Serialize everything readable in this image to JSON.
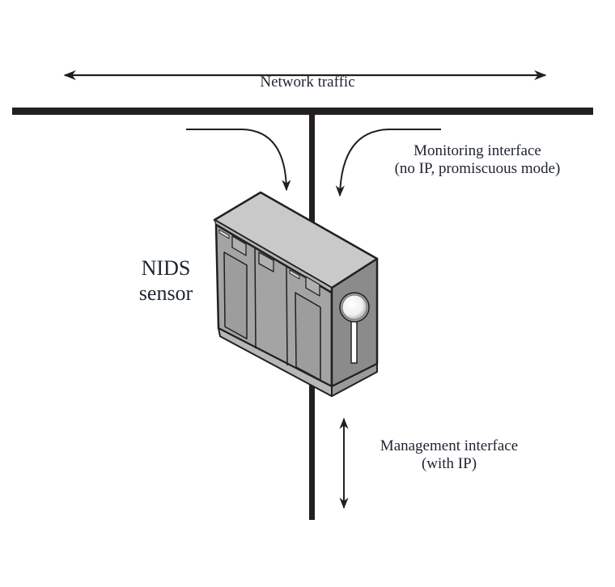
{
  "diagram": {
    "title": "NIDS sensor deployment",
    "labels": {
      "network_traffic": "Network traffic",
      "monitoring_line1": "Monitoring interface",
      "monitoring_line2": "(no IP, promiscuous mode)",
      "sensor_line1": "NIDS",
      "sensor_line2": "sensor",
      "management_line1": "Management interface",
      "management_line2": "(with IP)"
    },
    "nodes": [
      {
        "id": "network-bus",
        "type": "network-segment"
      },
      {
        "id": "nids-sensor",
        "type": "device",
        "label": "NIDS sensor"
      }
    ],
    "edges": [
      {
        "from": "network-bus",
        "to": "nids-sensor",
        "label": "Monitoring interface (no IP, promiscuous mode)",
        "direction": "inbound"
      },
      {
        "from": "nids-sensor",
        "to": "management-network",
        "label": "Management interface (with IP)",
        "direction": "bidirectional"
      }
    ],
    "colors": {
      "line": "#231f20",
      "device_front": "#a6a6a6",
      "device_top": "#c8c8c8",
      "device_side": "#8a8a8a",
      "text": "#1e2430"
    }
  }
}
